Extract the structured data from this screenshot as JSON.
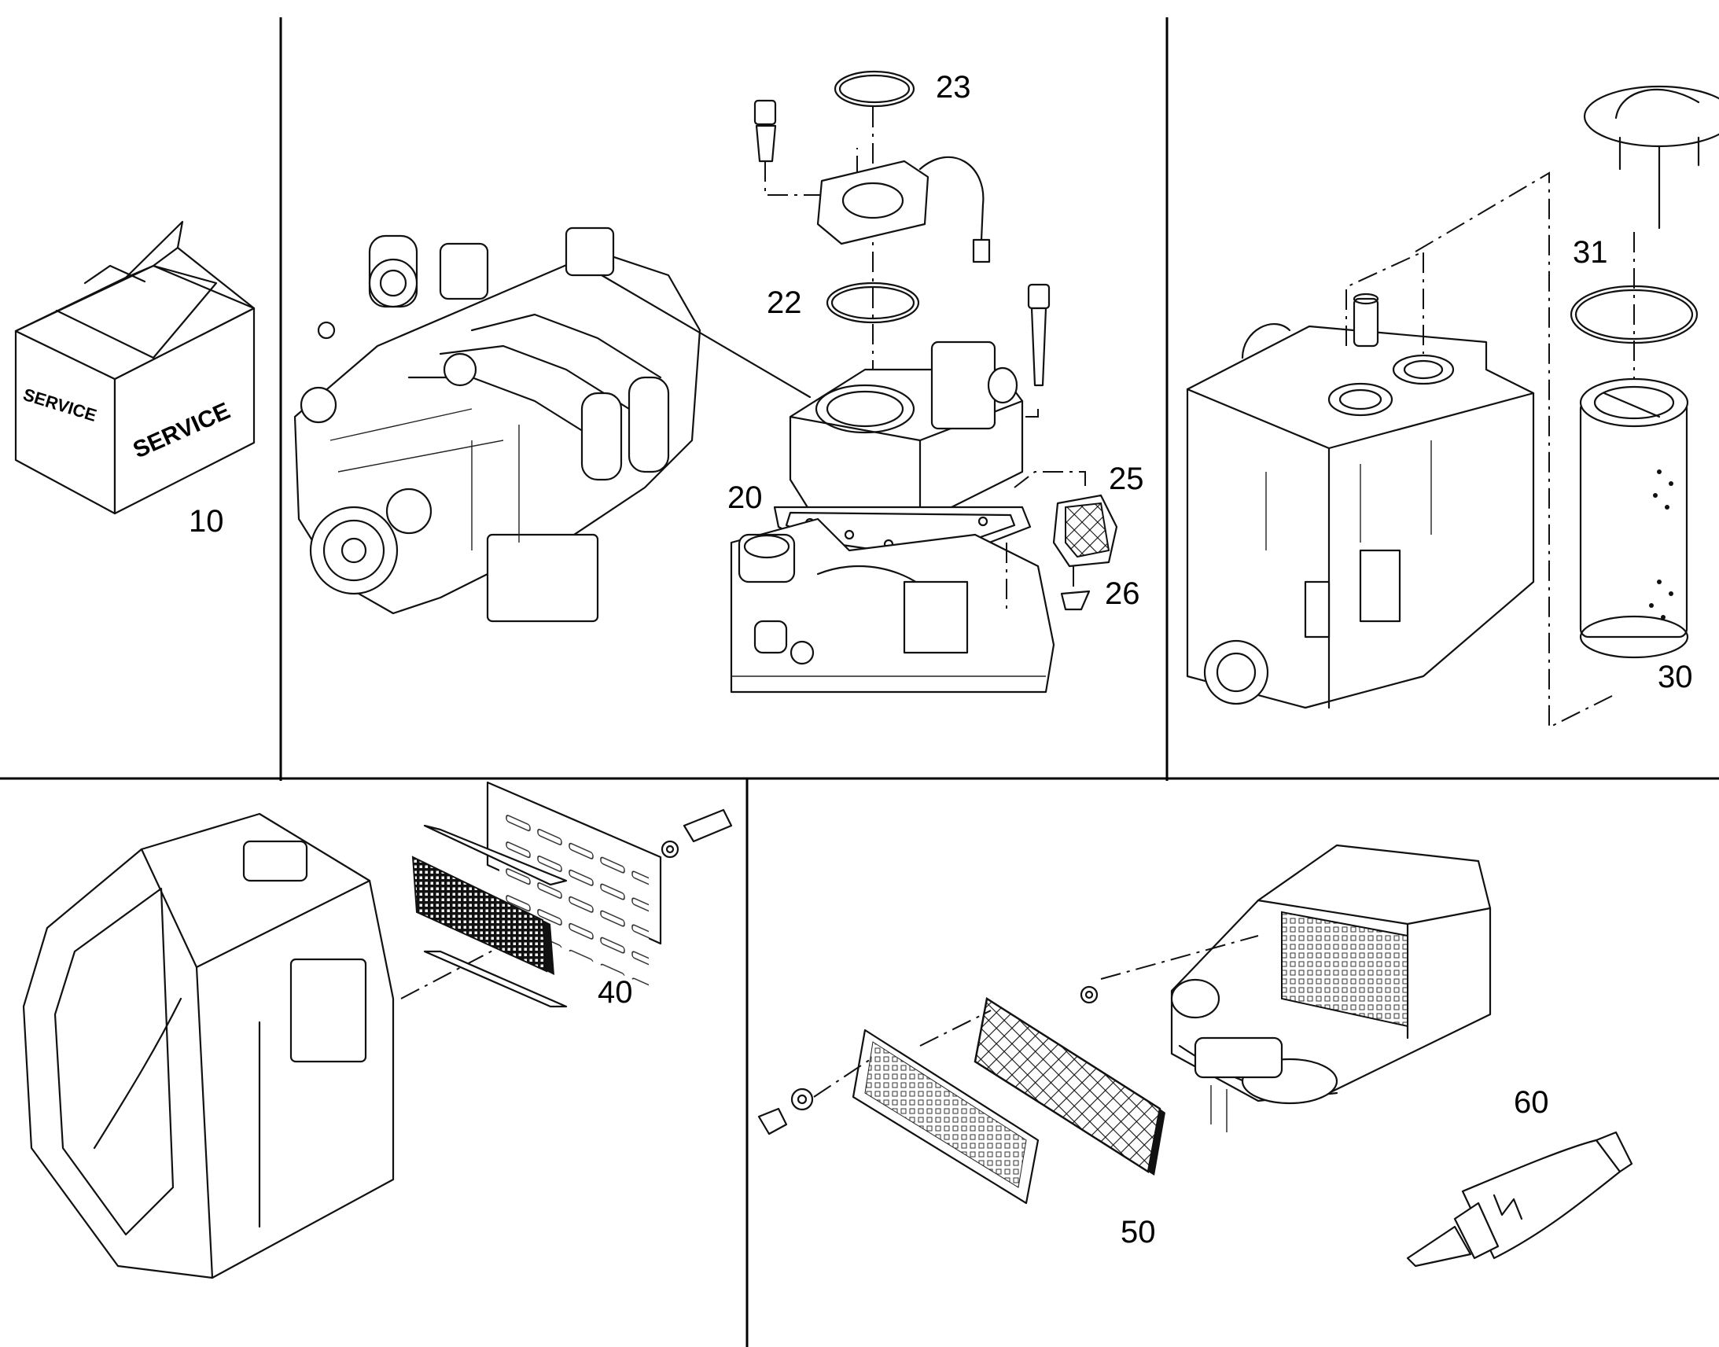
{
  "box_labels": {
    "left": "SERVICE",
    "right": "SERVICE"
  },
  "callouts": {
    "c10": "10",
    "c20": "20",
    "c22": "22",
    "c23": "23",
    "c25": "25",
    "c26": "26",
    "c30": "30",
    "c31": "31",
    "c40": "40",
    "c50": "50",
    "c60": "60"
  }
}
